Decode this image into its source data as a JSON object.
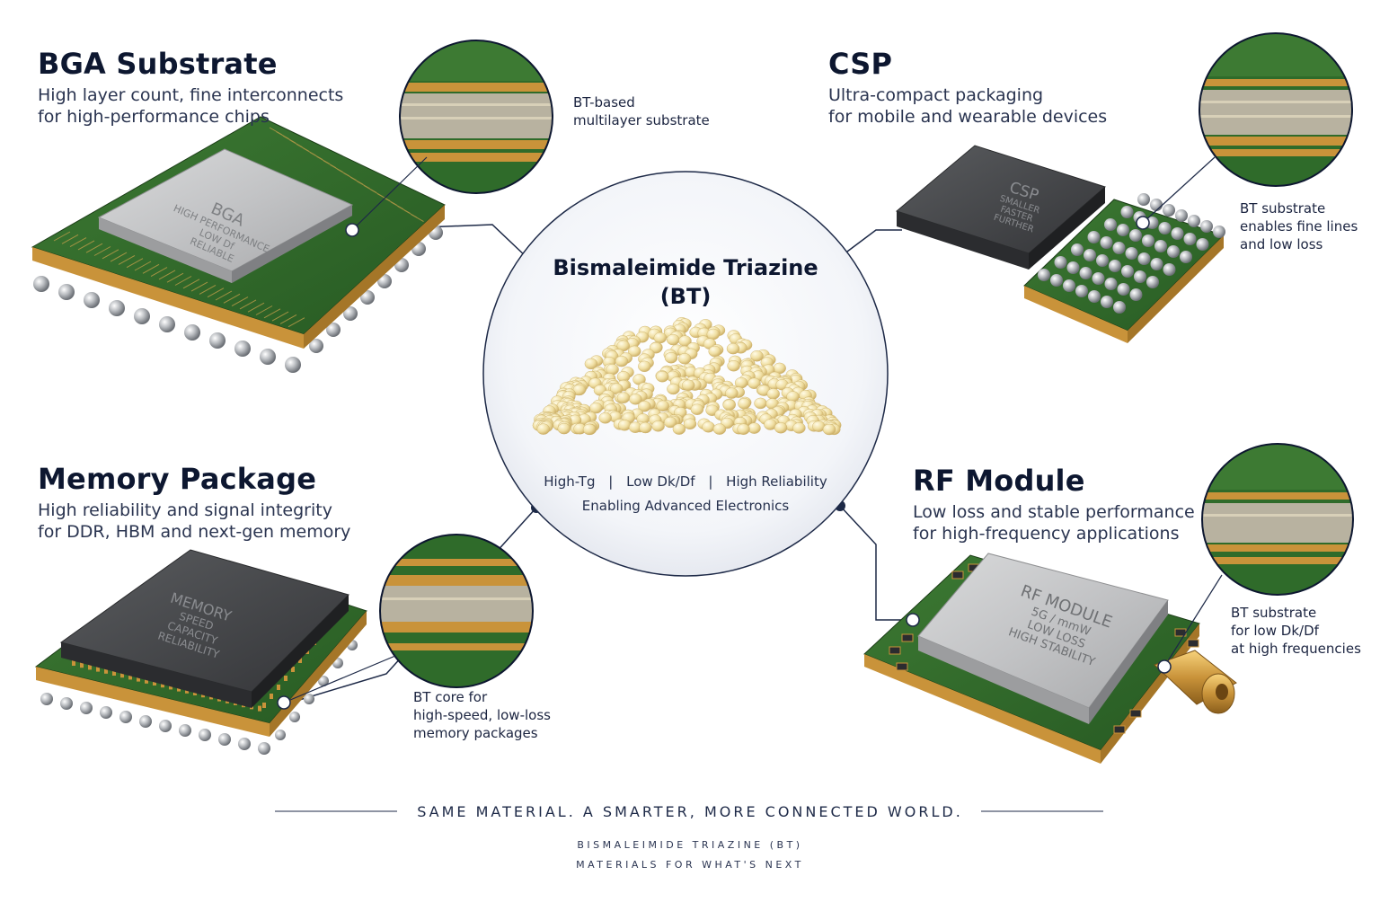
{
  "center": {
    "title_line1": "Bismaleimide Triazine",
    "title_line2": "(BT)",
    "properties": [
      "High-Tg",
      "Low Dk/Df",
      "High Reliability"
    ],
    "separator": "|",
    "tagline": "Enabling Advanced Electronics"
  },
  "bga": {
    "title": "BGA Substrate",
    "subtitle_line1": "High layer count, fine interconnects",
    "subtitle_line2": "for high-performance chips",
    "chip_label": "BGA",
    "chip_sub": [
      "HIGH PERFORMANCE",
      "LOW Df",
      "RELIABLE"
    ],
    "note_line1": "BT-based",
    "note_line2": "multilayer substrate"
  },
  "csp": {
    "title": "CSP",
    "subtitle_line1": "Ultra-compact packaging",
    "subtitle_line2": "for mobile and wearable devices",
    "chip_label": "CSP",
    "chip_sub": [
      "SMALLER",
      "FASTER",
      "FURTHER"
    ],
    "note_line1": "BT substrate",
    "note_line2": "enables fine lines",
    "note_line3": "and low loss"
  },
  "memory": {
    "title": "Memory Package",
    "subtitle_line1": "High reliability and signal integrity",
    "subtitle_line2": "for DDR, HBM and next-gen memory",
    "chip_label": "MEMORY",
    "chip_sub": [
      "SPEED",
      "CAPACITY",
      "RELIABILITY"
    ],
    "note_line1": "BT core for",
    "note_line2": "high-speed, low-loss",
    "note_line3": "memory packages"
  },
  "rf": {
    "title": "RF Module",
    "subtitle_line1": "Low loss and stable performance",
    "subtitle_line2": "for high-frequency applications",
    "chip_label": "RF MODULE",
    "chip_sub": [
      "5G / mmW",
      "LOW LOSS",
      "HIGH STABILITY"
    ],
    "note_line1": "BT substrate",
    "note_line2": "for low Dk/Df",
    "note_line3": "at high frequencies"
  },
  "footer": {
    "tagline": "SAME MATERIAL. A SMARTER, MORE CONNECTED WORLD.",
    "line1": "BISMALEIMIDE TRIAZINE (BT)",
    "line2": "MATERIALS FOR WHAT'S NEXT"
  },
  "colors": {
    "pcb_green": "#2f6b2a",
    "copper": "#c9933a",
    "navy": "#0d1730",
    "resin": "#f0dfa3"
  }
}
